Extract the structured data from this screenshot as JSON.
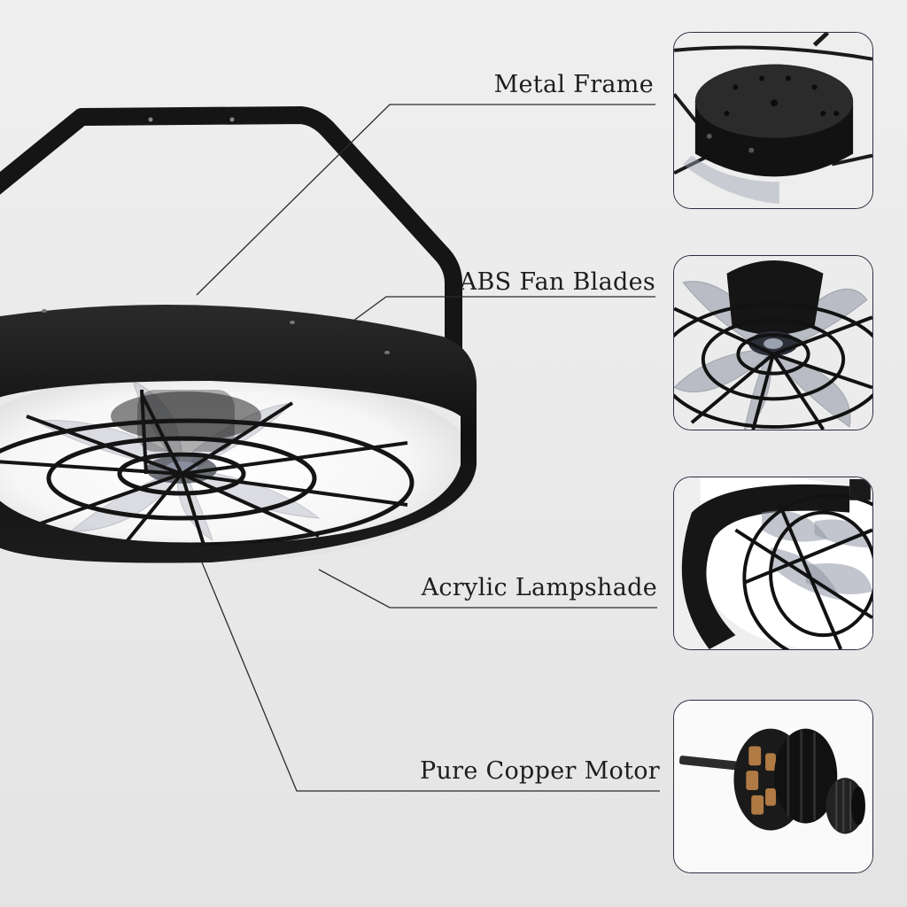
{
  "callouts": {
    "metal_frame": "Metal Frame",
    "abs_fan_blades": "ABS Fan Blades",
    "acrylic_lampshade": "Acrylic Lampshade",
    "pure_copper_motor": "Pure Copper Motor"
  },
  "colors": {
    "background": "#ececec",
    "fixture_black": "#161616",
    "blade_smoke": "#9aa0ad",
    "panel_border": "#2b3040",
    "copper": "#b07a45"
  },
  "icons": {
    "main": "caged-ceiling-fan-image",
    "detail_1": "motor-housing-top-image",
    "detail_2": "fan-blades-closeup-image",
    "detail_3": "lampshade-ring-image",
    "detail_4": "copper-motor-image"
  }
}
